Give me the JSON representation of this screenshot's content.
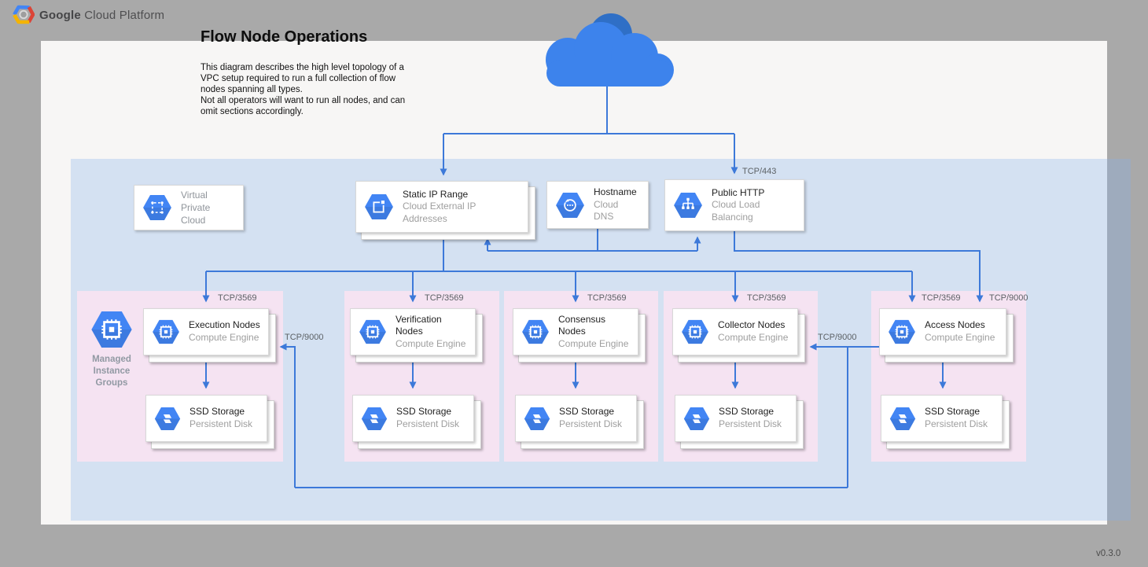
{
  "header": {
    "brand_bold": "Google",
    "brand_rest": "Cloud Platform"
  },
  "page": {
    "title": "Flow Node Operations",
    "description": "This diagram describes the high level topology of a VPC setup required to run a full collection of flow nodes spanning all types.\nNot all operators will want to run all nodes, and can omit sections accordingly.",
    "version": "v0.3.0"
  },
  "labels": {
    "tcp_443": "TCP/443",
    "tcp_3569": "TCP/3569",
    "tcp_9000": "TCP/9000"
  },
  "vpc": {
    "line1": "Virtual",
    "line2": "Private Cloud"
  },
  "services": {
    "static_ip": {
      "title": "Static IP Range",
      "subtitle": "Cloud External IP Addresses"
    },
    "hostname": {
      "title": "Hostname",
      "subtitle": "Cloud DNS"
    },
    "public_http": {
      "title": "Public HTTP",
      "subtitle": "Cloud Load Balancing"
    }
  },
  "mig": {
    "label": "Managed\nInstance\nGroups"
  },
  "groups": [
    {
      "title": "Execution Nodes",
      "subtitle": "Compute Engine",
      "storage_title": "SSD Storage",
      "storage_subtitle": "Persistent Disk"
    },
    {
      "title": "Verification Nodes",
      "subtitle": "Compute Engine",
      "storage_title": "SSD Storage",
      "storage_subtitle": "Persistent Disk"
    },
    {
      "title": "Consensus Nodes",
      "subtitle": "Compute Engine",
      "storage_title": "SSD Storage",
      "storage_subtitle": "Persistent Disk"
    },
    {
      "title": "Collector Nodes",
      "subtitle": "Compute Engine",
      "storage_title": "SSD Storage",
      "storage_subtitle": "Persistent Disk"
    },
    {
      "title": "Access Nodes",
      "subtitle": "Compute Engine",
      "storage_title": "SSD Storage",
      "storage_subtitle": "Persistent Disk"
    }
  ],
  "colors": {
    "accent_blue": "#4285f4",
    "wire_blue": "#3d79d9",
    "cloud_blue": "#3d83ec",
    "cloud_dark": "#2f6fc6",
    "vpc_fill": "#d9e8f8",
    "group_fill": "#f5e3f2",
    "canvas": "#f7f6f5",
    "background": "#a9a9a9"
  }
}
